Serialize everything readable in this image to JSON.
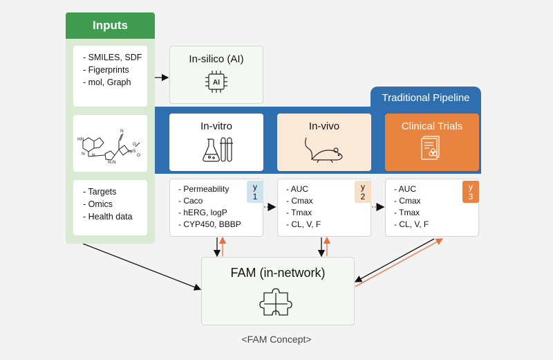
{
  "inputs": {
    "header": "Inputs",
    "card1": [
      "- SMILES, SDF",
      "- Figerprints",
      "- mol, Graph"
    ],
    "card3": [
      "- Targets",
      "- Omics",
      "- Health data"
    ]
  },
  "insilico": {
    "title": "In-silico (AI)",
    "chip_label": "AI"
  },
  "pipeline": {
    "tab_label": "Traditional Pipeline",
    "stages": [
      {
        "title": "In-vitro"
      },
      {
        "title": "In-vivo"
      },
      {
        "title": "Clinical Trials"
      }
    ]
  },
  "values": [
    {
      "tag": [
        "y",
        "1"
      ],
      "items": [
        "- Permeability",
        "- Caco",
        "- hERG, logP",
        "- CYP450, BBBP"
      ]
    },
    {
      "tag": [
        "y",
        "2"
      ],
      "items": [
        "- AUC",
        "- Cmax",
        "- Tmax",
        "- CL, V, F"
      ]
    },
    {
      "tag": [
        "y",
        "3"
      ],
      "items": [
        "- AUC",
        "- Cmax",
        "- Tmax",
        "- CL, V, F"
      ]
    }
  ],
  "fam": {
    "title": "FAM (in-network)"
  },
  "caption": "<FAM Concept>",
  "colors": {
    "green": "#3e9b4f",
    "light_green": "#d9ebd3",
    "blue": "#2f6fb0",
    "invivo_bg": "#fbe9d7",
    "clinical": "#e8843f",
    "orange_arrow": "#e5703a",
    "y1": "#cfe2f0",
    "y2": "#f7e0c5",
    "y3": "#e8843f"
  }
}
